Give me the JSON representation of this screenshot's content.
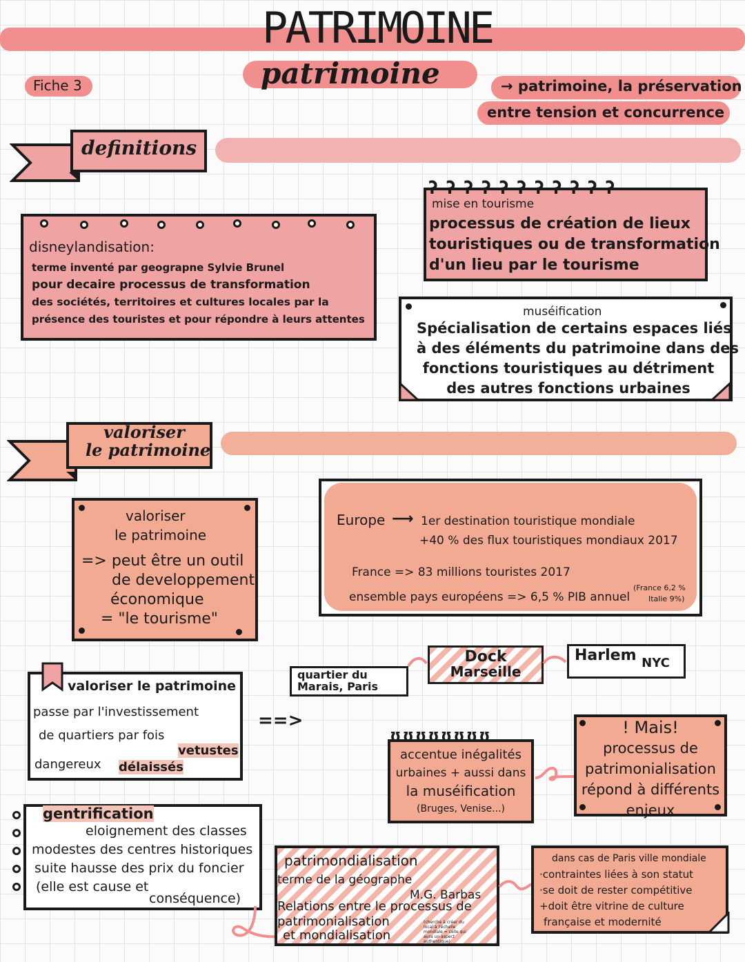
{
  "header": {
    "title": "PATRIMOINE",
    "subtitle": "patrimoine",
    "sheet": "Fiche 3",
    "theme_line1": "→ patrimoine, la préservation",
    "theme_line2": "entre tension et concurrence"
  },
  "sections": {
    "definitions": "definitions",
    "valoriser_line1": "valoriser",
    "valoriser_line2": "le patrimoine"
  },
  "definitions": {
    "disney": {
      "title": "disneylandisation:",
      "lines": [
        "terme inventé par geograpne Sylvie Brunel",
        "pour decaire processus de transformation",
        "des sociétés, territoires et cultures locales par la",
        "présence des touristes et pour répondre à leurs attentes"
      ]
    },
    "tourisme": {
      "title": "mise en tourisme",
      "lines": [
        "processus de création de lieux",
        "touristiques ou de transformation",
        "d'un lieu par le tourisme"
      ]
    },
    "museification": {
      "title": "muséification",
      "lines": [
        "Spécialisation de certains espaces liés",
        "à des éléments du patrimoine dans des",
        "fonctions touristiques au détriment",
        "des autres fonctions urbaines"
      ]
    }
  },
  "valoriser": {
    "tool": {
      "lines": [
        "valoriser",
        "le patrimoine",
        "=> peut être un outil",
        "de developpement",
        "économique",
        "= \"le tourisme\""
      ]
    },
    "europe": {
      "label": "Europe",
      "arrow": "⟶",
      "line1": "1er destination touristique mondiale",
      "line2": "+40 % des flux touristiques mondiaux 2017",
      "france": "France => 83 millions touristes 2017",
      "eu": "ensemble pays européens => 6,5 % PIB annuel",
      "note1": "(France 6,2 %",
      "note2": "Italie 9%)"
    },
    "investissement": {
      "title": "valoriser le patrimoine",
      "lines": [
        "passe par l'investissement",
        "de quartiers par fois",
        "vetustes",
        "dangereux",
        "délaissés"
      ]
    },
    "arrow": "==>",
    "places": {
      "marais": "quartier du Marais, Paris",
      "dock1": "Dock",
      "dock2": "Marseille",
      "harlem": "Harlem",
      "nyc": "NYC"
    },
    "inegalites": {
      "lines": [
        "accentue inégalités",
        "urbaines + aussi dans",
        "la muséification",
        "(Bruges, Venise...)"
      ]
    },
    "mais": {
      "lines": [
        "! Mais!",
        "processus de",
        "patrimonialisation",
        "répond à différents",
        "enjeux"
      ]
    },
    "gentrification": {
      "title": "gentrification",
      "lines": [
        "eloignement des classes",
        "modestes des centres historiques",
        "suite hausse des prix du foncier",
        "(elle est cause et",
        "conséquence)"
      ]
    },
    "patrimondialisation": {
      "title": "patrimondialisation",
      "line1": "terme de la géographe",
      "author": "M.G. Barbas",
      "line3": "Relations entre le processus de",
      "line4": "patrimonialisation",
      "line5": "et mondialisation",
      "tiny": "(cherche à créer du local à l'échelle mondiale = celle qui aura un aspect authentique)"
    },
    "paris": {
      "lines": [
        "dans cas de Paris ville mondiale",
        "·contraintes liées à son statut",
        "·se doit de rester compétitive",
        "+doit être vitrine de culture",
        "française et modernité"
      ]
    }
  },
  "colors": {
    "pink": "#f0a3a3",
    "band": "#f18f8f",
    "salmon": "#f2aa92",
    "ink": "#1a1a1a"
  }
}
